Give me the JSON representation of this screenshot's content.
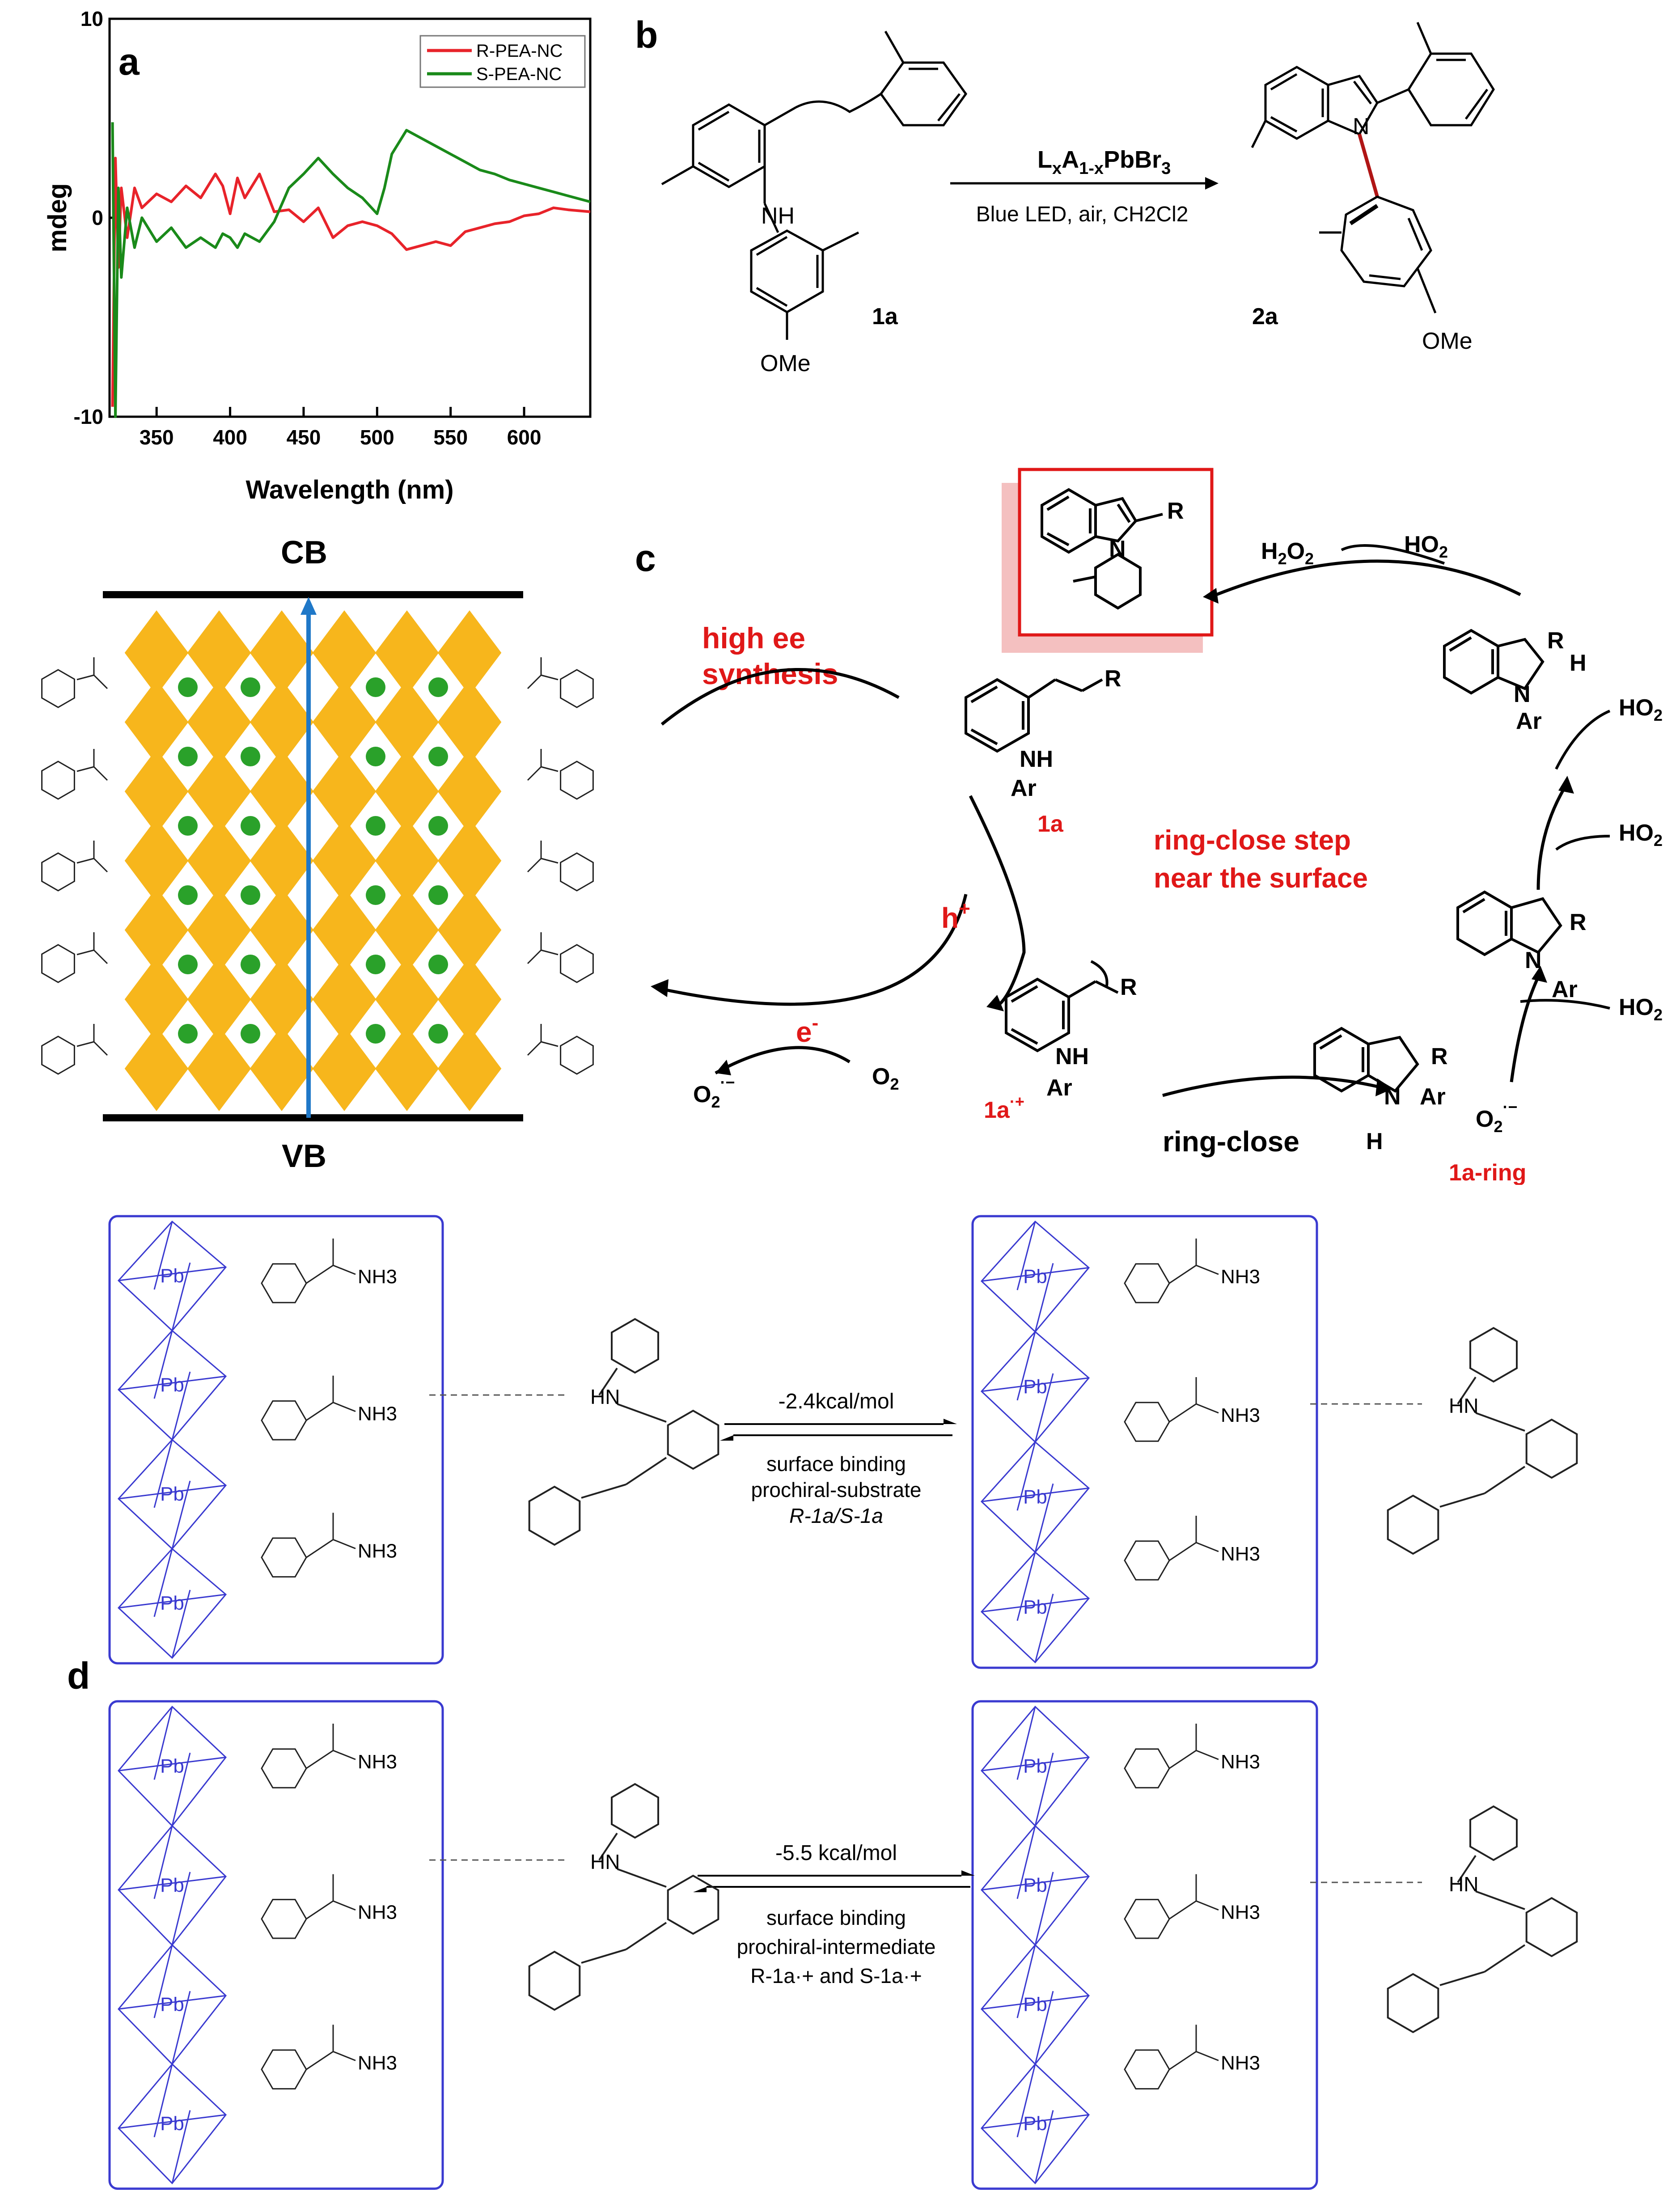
{
  "panel_letters": {
    "a": "a",
    "b": "b",
    "c": "c",
    "d": "d"
  },
  "chart_data": {
    "type": "line",
    "xlabel": "Wavelength (nm)",
    "ylabel": "mdeg",
    "xlim": [
      318,
      645
    ],
    "ylim": [
      -10,
      10
    ],
    "x_ticks": [
      "350",
      "400",
      "450",
      "500",
      "550",
      "600"
    ],
    "y_ticks": [
      "-10",
      "0",
      "10"
    ],
    "legend_position": "top-right",
    "grid": false,
    "series": [
      {
        "name": "R-PEA-NC",
        "color": "#e8232a",
        "x": [
          320,
          322,
          324,
          326,
          330,
          335,
          340,
          350,
          360,
          370,
          380,
          390,
          395,
          400,
          405,
          410,
          420,
          430,
          440,
          450,
          460,
          470,
          480,
          490,
          500,
          510,
          520,
          530,
          540,
          550,
          560,
          570,
          580,
          590,
          600,
          610,
          620,
          630,
          645
        ],
        "y": [
          -9.5,
          3.0,
          -2.5,
          1.5,
          -1.0,
          1.5,
          0.5,
          1.2,
          0.8,
          1.6,
          1.0,
          2.2,
          1.6,
          0.2,
          2.0,
          1.0,
          2.2,
          0.3,
          0.4,
          -0.2,
          0.5,
          -1.0,
          -0.4,
          -0.2,
          -0.4,
          -0.8,
          -1.6,
          -1.4,
          -1.2,
          -1.4,
          -0.7,
          -0.5,
          -0.3,
          -0.2,
          0.1,
          0.2,
          0.5,
          0.4,
          0.3
        ]
      },
      {
        "name": "S-PEA-NC",
        "color": "#1a8a1a",
        "x": [
          320,
          322,
          324,
          326,
          330,
          335,
          340,
          350,
          360,
          370,
          380,
          390,
          395,
          400,
          405,
          410,
          420,
          430,
          440,
          450,
          460,
          470,
          480,
          490,
          500,
          505,
          510,
          520,
          530,
          540,
          550,
          560,
          570,
          580,
          590,
          600,
          610,
          620,
          630,
          645
        ],
        "y": [
          4.8,
          -10.0,
          1.5,
          -3.0,
          0.5,
          -1.5,
          0.0,
          -1.2,
          -0.5,
          -1.5,
          -1.0,
          -1.5,
          -0.8,
          -1.0,
          -1.5,
          -0.8,
          -1.2,
          -0.2,
          1.5,
          2.2,
          3.0,
          2.2,
          1.5,
          1.0,
          0.2,
          1.5,
          3.2,
          4.4,
          4.0,
          3.6,
          3.2,
          2.8,
          2.4,
          2.2,
          1.9,
          1.7,
          1.5,
          1.3,
          1.1,
          0.8
        ]
      }
    ]
  },
  "scheme_b": {
    "catalyst": "LxA1-xPbBr3",
    "conditions": "Blue LED, air, CH2Cl2",
    "substrate_label": "1a",
    "product_label": "2a",
    "nh_label": "NH",
    "n_label": "N",
    "ome_label": "OMe"
  },
  "panel_c": {
    "cb_label": "CB",
    "vb_label": "VB",
    "high_ee": [
      "high ee",
      "synthesis"
    ],
    "h_plus": "h",
    "e_minus": "e",
    "o2_label": "O2",
    "o2_radical": "O2",
    "label_1a": "1a",
    "label_1a_cation": "1a",
    "label_1a_ring": "1a-ring",
    "ring_close_arrow": "ring-close",
    "ring_close_note": [
      "ring-close step",
      "near the surface"
    ],
    "h2o2": "H2O2",
    "ho2": "HO2",
    "r_group": "R",
    "ar_group": "Ar",
    "nh_group": "NH",
    "n_group": "N",
    "h_atom": "H",
    "colors": {
      "octahedron": "#f7b61c",
      "cation_dot": "#2aa12a",
      "arrow": "#1f78c8",
      "highlight": "#e01818"
    }
  },
  "panel_d": {
    "top": {
      "energy": "-2.4kcal/mol",
      "note": [
        "surface binding",
        "prochiral-substrate",
        "R-1a/S-1a"
      ]
    },
    "bottom": {
      "energy": "-5.5 kcal/mol",
      "note": [
        "surface binding",
        "prochiral-intermediate",
        "R-1a·+ and S-1a·+"
      ]
    },
    "pb_label": "Pb",
    "nh3_label": "NH3",
    "hn_label": "HN",
    "colors": {
      "frame": "#3a3ad0",
      "octahedra": "#3a3ad0"
    }
  }
}
